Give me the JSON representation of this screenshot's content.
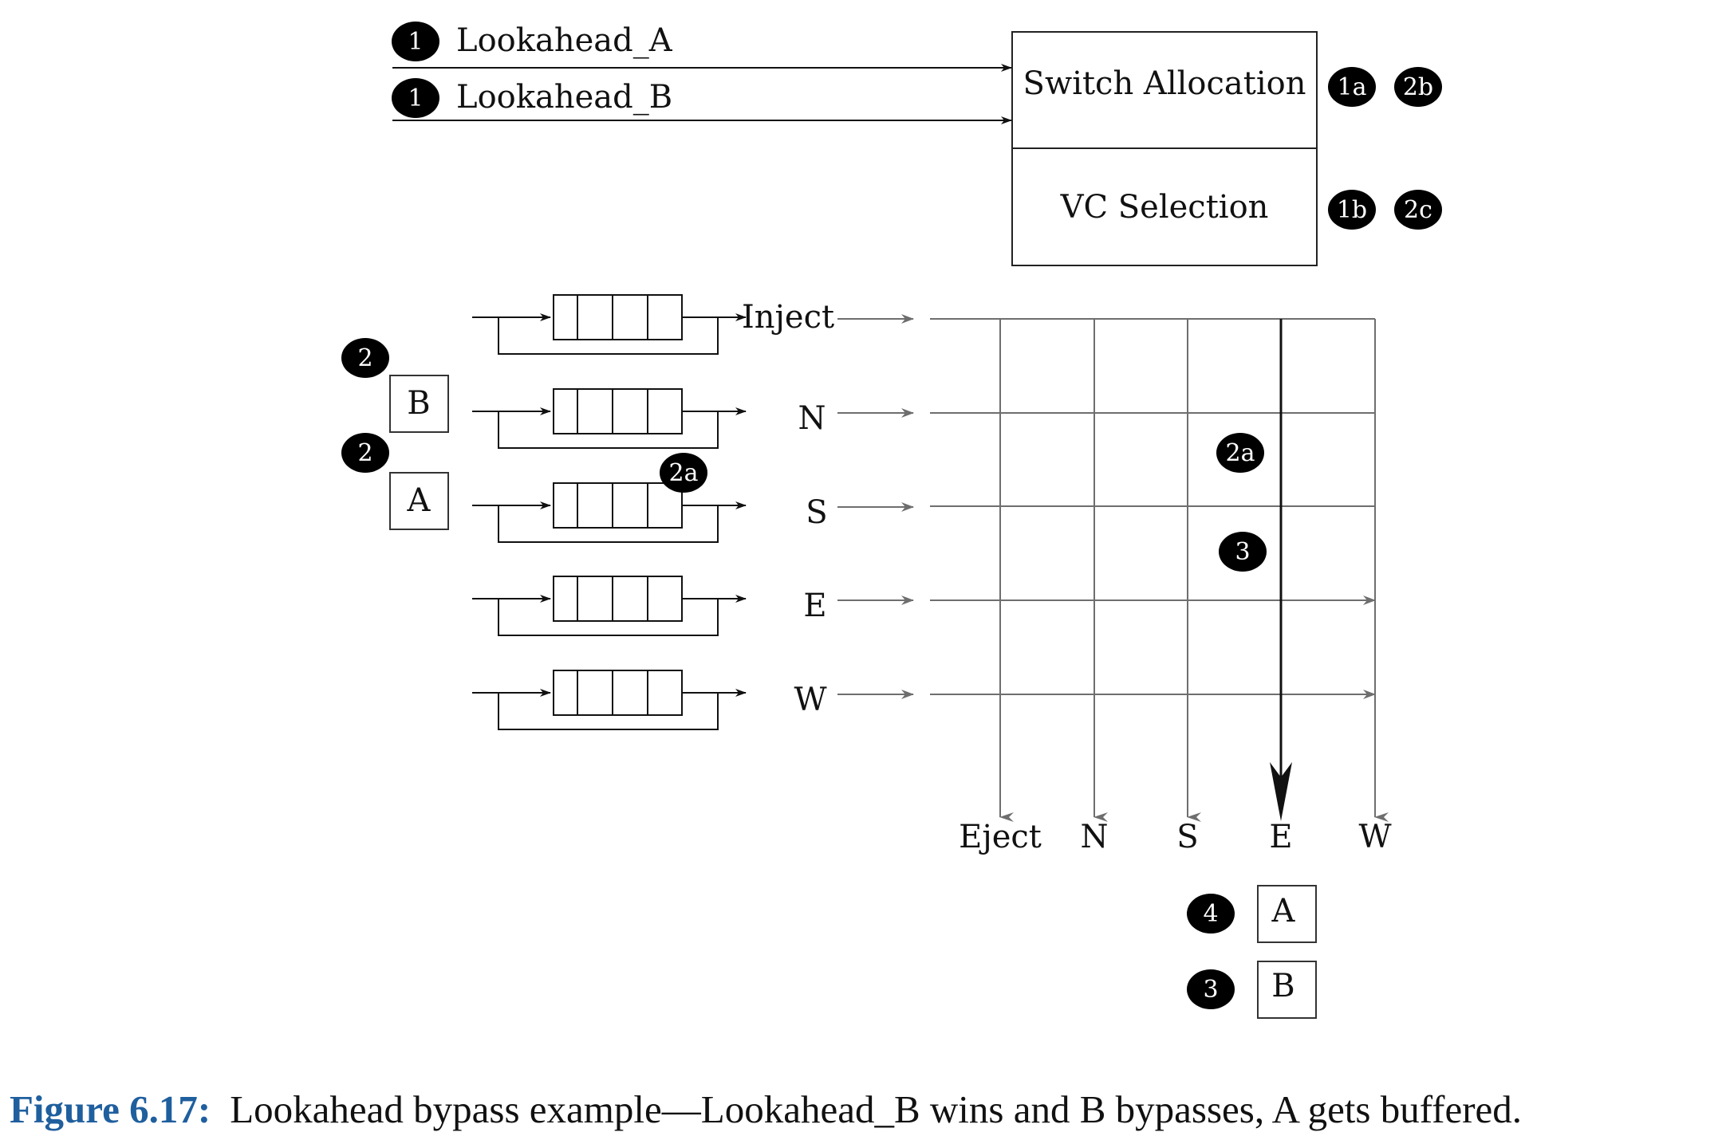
{
  "lookahead": [
    {
      "badge": "1",
      "label": "Lookahead_A"
    },
    {
      "badge": "1",
      "label": "Lookahead_B"
    }
  ],
  "allocator": {
    "switch_label": "Switch Allocation",
    "switch_badges": [
      "1a",
      "2b"
    ],
    "vc_label": "VC Selection",
    "vc_badges": [
      "1b",
      "2c"
    ]
  },
  "inputs": [
    "Inject",
    "N",
    "S",
    "E",
    "W"
  ],
  "outputs": [
    "Eject",
    "N",
    "S",
    "E",
    "W"
  ],
  "flits_in": [
    {
      "badge": "2",
      "label": "B"
    },
    {
      "badge": "2",
      "label": "A"
    }
  ],
  "buffer_badge": "2a",
  "crossbar_badges": [
    "2a",
    "3"
  ],
  "flits_out": [
    {
      "badge": "4",
      "label": "A"
    },
    {
      "badge": "3",
      "label": "B"
    }
  ],
  "caption": {
    "label": "Figure 6.17:",
    "text": "Lookahead bypass example—Lookahead_B wins and B bypasses, A gets buffered."
  },
  "colors": {
    "caption_blue": "#1f5f9e",
    "badge": "#000000",
    "wire_gray": "#6e6e6e"
  }
}
